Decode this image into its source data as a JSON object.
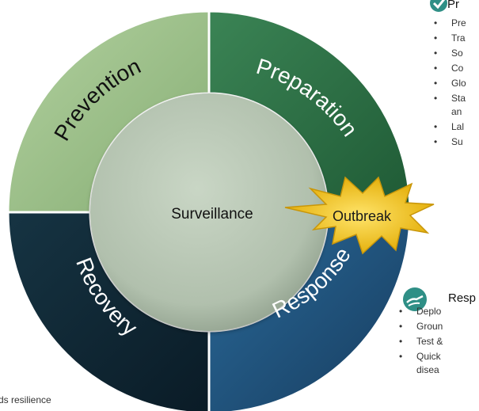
{
  "diagram": {
    "segments": {
      "prevention": "Prevention",
      "preparation": "Preparation",
      "response": "Response",
      "recovery": "Recovery"
    },
    "center": "Surveillance",
    "burst": "Outbreak"
  },
  "preparation_panel": {
    "title": "Pr",
    "icon": "check-icon",
    "items": [
      "Pre",
      "Tra",
      "So",
      "Co",
      "Glo",
      "Sta",
      "an",
      "Lal",
      "Su"
    ]
  },
  "response_panel": {
    "title": "Resp",
    "icon": "helping-hands-icon",
    "items": [
      "Deplo",
      "Groun",
      "Test &",
      "Quick",
      "disea"
    ]
  },
  "footer": {
    "text": "ds resilience"
  },
  "colors": {
    "prevention": "#9dc08b",
    "preparation": "#2e7046",
    "response": "#1f4f77",
    "recovery": "#0e2533",
    "center": "#b9c7b4",
    "burst": "#f0c419"
  }
}
